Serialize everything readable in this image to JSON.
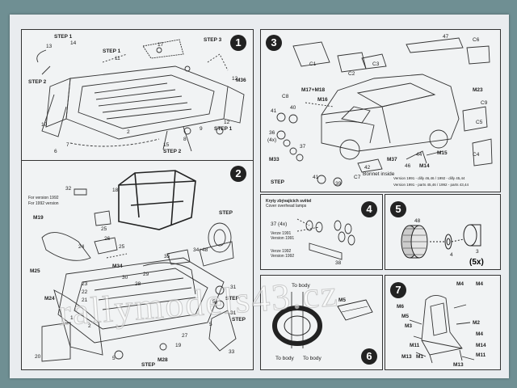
{
  "panels": {
    "p1": {
      "number": "1",
      "labels": [
        "STEP 1",
        "STEP 1",
        "STEP 3",
        "STEP 2",
        "STEP 2",
        "STEP 1",
        "13",
        "12",
        "14",
        "17",
        "12",
        "11",
        "2",
        "15",
        "M36",
        "10",
        "8",
        "9",
        "6",
        "7"
      ]
    },
    "p2": {
      "number": "2",
      "labels": [
        "32",
        "18",
        "For version 1992",
        "For 1992 version",
        "M19",
        "25",
        "26",
        "24",
        "25",
        "M25",
        "M34",
        "30",
        "29",
        "28",
        "23",
        "22",
        "21",
        "M24",
        "1",
        "2",
        "20",
        "M28",
        "27",
        "19",
        "5",
        "STEP",
        "34+48",
        "STEP",
        "35",
        "31",
        "5",
        "STEP",
        "33",
        "31",
        "STEP",
        "5"
      ]
    },
    "p3": {
      "number": "3",
      "labels": [
        "C1",
        "C2",
        "C3",
        "47",
        "C6",
        "M17+M18",
        "M16",
        "M23",
        "C8",
        "41",
        "40",
        "C9",
        "36",
        "(4x)",
        "C5",
        "M33",
        "37",
        "41",
        "39",
        "C7",
        "42",
        "Bonnet inside",
        "M37",
        "46",
        "44",
        "M15",
        "C4",
        "M14",
        "STEP",
        "Version 1991 - dilly 46,46 / 1992 - dilly 45,44",
        "Version 1991 - parts 45,46 / 1992 - parts 43,44"
      ]
    },
    "p4": {
      "number": "4",
      "labels": [
        "Kryty zbývajících světel",
        "Cover overhead lamps",
        "37 (4x)",
        "Verze 1991",
        "Version 1991",
        "Verze 1992",
        "Version 1992",
        "38"
      ]
    },
    "p5": {
      "number": "5",
      "labels": [
        "48",
        "4",
        "3"
      ],
      "count": "(5x)"
    },
    "p6": {
      "number": "6",
      "labels": [
        "To body",
        "To body",
        "To body",
        "M5"
      ]
    },
    "p7": {
      "number": "7",
      "labels": [
        "M4",
        "M4",
        "M6",
        "M5",
        "M3",
        "M2",
        "M4",
        "M1",
        "M13",
        "M11",
        "M14",
        "M11",
        "M13"
      ]
    }
  },
  "watermark": "rallymodels43.cz"
}
